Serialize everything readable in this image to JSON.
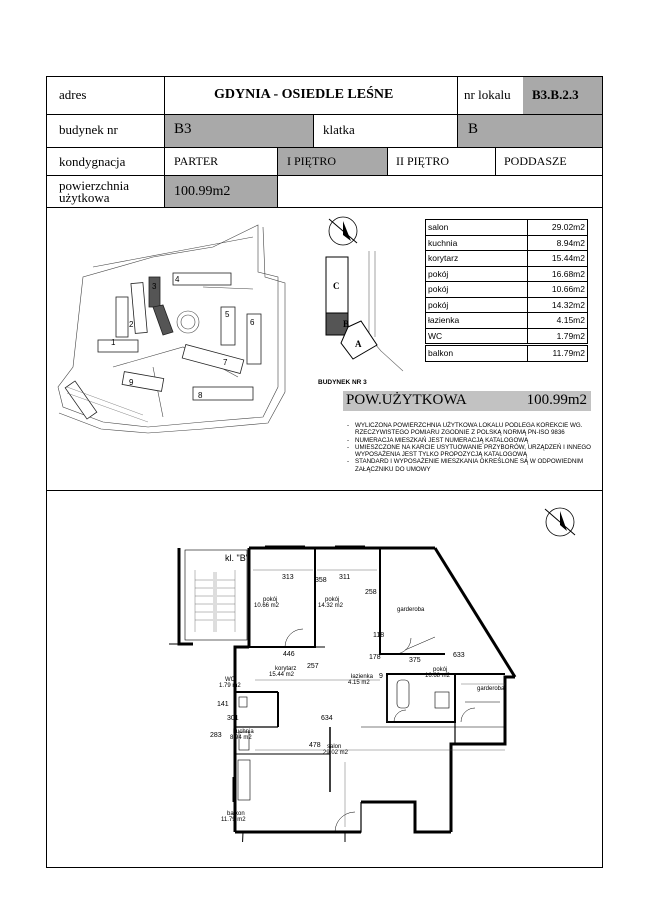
{
  "header": {
    "adres_label": "adres",
    "adres_value": "GDYNIA - OSIEDLE LEŚNE",
    "nr_lokalu_label": "nr lokalu",
    "nr_lokalu_value": "B3.B.2.3",
    "budynek_label": "budynek nr",
    "budynek_value": "B3",
    "klatka_label": "klatka",
    "klatka_value": "B",
    "kondygnacja_label": "kondygnacja",
    "levels": [
      "PARTER",
      "I PIĘTRO",
      "II PIĘTRO",
      "PODDASZE"
    ],
    "selected_level": "I PIĘTRO",
    "powierzchnia_label_1": "powierzchnia",
    "powierzchnia_label_2": "użytkowa",
    "powierzchnia_value": "100.99m2"
  },
  "site_plan": {
    "buildings": [
      "1",
      "2",
      "3",
      "4",
      "5",
      "6",
      "7",
      "8",
      "9"
    ],
    "highlight_color": "#555555"
  },
  "building_key": {
    "sections": [
      "C",
      "B",
      "A"
    ],
    "caption": "BUDYNEK NR 3"
  },
  "rooms": [
    {
      "name": "salon",
      "area": "29.02m2"
    },
    {
      "name": "kuchnia",
      "area": "8.94m2"
    },
    {
      "name": "korytarz",
      "area": "15.44m2"
    },
    {
      "name": "pokój",
      "area": "16.68m2"
    },
    {
      "name": "pokój",
      "area": "10.66m2"
    },
    {
      "name": "pokój",
      "area": "14.32m2"
    },
    {
      "name": "łazienka",
      "area": "4.15m2"
    },
    {
      "name": "WC",
      "area": "1.79m2"
    }
  ],
  "balcony": {
    "name": "balkon",
    "area": "11.79m2"
  },
  "pow_uzytkowa": {
    "label": "POW.UŻYTKOWA",
    "value": "100.99m2"
  },
  "notes": [
    "WYLICZONA POWIERZCHNIA UŻYTKOWA LOKALU PODLEGA KOREKCIE WG. RZECZYWISTEGO POMIARU ZGODNIE Z POLSKĄ NORMĄ PN-ISO 9836",
    "NUMERACJA MIESZKAŃ JEST NUMERACJĄ KATALOGOWĄ",
    "UMIESZCZONE NA KARCIE USYTUOWANIE PRZYBORÓW, URZĄDZEŃ I INNEGO WYPOSAŻENIA JEST TYLKO PROPOZYCJĄ KATALOGOWĄ",
    "STANDARD I WYPOSAŻENIE MIESZKANIA OKREŚLONE SĄ W ODPOWIEDNIM ZAŁĄCZNIKU DO UMOWY"
  ],
  "floor_plan": {
    "stair_label": "kl. \"B\"",
    "labels": {
      "pokoj1_name": "pokój",
      "pokoj1_area": "10.66 m2",
      "pokoj2_name": "pokój",
      "pokoj2_area": "14.32 m2",
      "garderoba1": "garderoba",
      "korytarz_name": "korytarz",
      "korytarz_area": "15.44 m2",
      "wc_name": "WC",
      "wc_area": "1.79 m2",
      "lazienka_name": "łazienka",
      "lazienka_area": "4.15 m2",
      "pokoj3_name": "pokój",
      "pokoj3_area": "16.68 m2",
      "garderoba2": "garderoba",
      "kuchnia_name": "kuchnia",
      "kuchnia_area": "8.94 m2",
      "salon_name": "salon",
      "salon_area": "29.02 m2",
      "balkon_name": "balkon",
      "balkon_area": "11.79 m2"
    },
    "dimensions": {
      "d313": "313",
      "d358": "358",
      "d311": "311",
      "d258": "258",
      "d118": "118",
      "d446": "446",
      "d257": "257",
      "d178": "178",
      "d375": "375",
      "d633": "633",
      "d141": "141",
      "d301": "301",
      "d634": "634",
      "d283": "283",
      "d478": "478",
      "d9": "9"
    }
  }
}
